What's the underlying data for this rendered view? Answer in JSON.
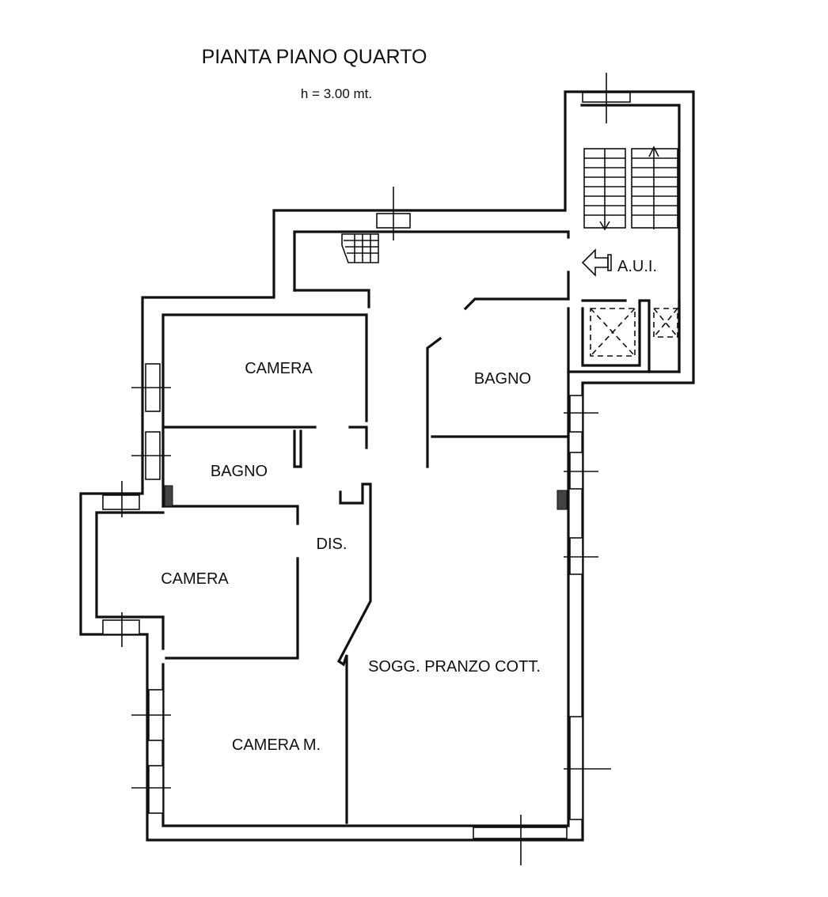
{
  "plan": {
    "title": "PIANTA PIANO  QUARTO",
    "height_note": "h = 3.00 mt."
  },
  "rooms": {
    "camera_top": "CAMERA",
    "bagno_left": "BAGNO",
    "camera_left": "CAMERA",
    "camera_m": "CAMERA M.",
    "dis": "DIS.",
    "bagno_right": "BAGNO",
    "soggiorno": "SOGG. PRANZO COTT.",
    "aui": "A.U.I."
  },
  "colors": {
    "ink": "#111111",
    "paper": "#ffffff"
  }
}
